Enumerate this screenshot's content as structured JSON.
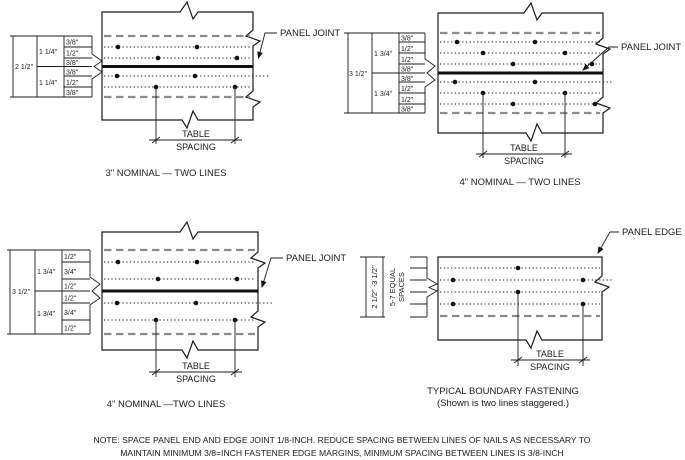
{
  "colors": {
    "ink": "#1c1c1c",
    "edge_gray": "#8c8c8c",
    "background": "#ffffff"
  },
  "shared": {
    "table": "TABLE",
    "spacing": "SPACING",
    "panel_joint": "PANEL JOINT",
    "panel_edge": "PANEL EDGE"
  },
  "d1": {
    "caption": "3\" NOMINAL — TWO LINES",
    "overall": "2 1/2\"",
    "upper_half": "1 1/4\"",
    "lower_half": "1 1/4\"",
    "subs": [
      "3/8\"",
      "1/2\"",
      "3/8\"",
      "3/8\"",
      "1/2\"",
      "3/8\""
    ]
  },
  "d2": {
    "caption": "4\" NOMINAL — TWO LINES",
    "overall": "3 1/2\"",
    "upper_half": "1 3/4\"",
    "lower_half": "1 3/4\"",
    "subs": [
      "3/8\"",
      "1/2\"",
      "1/2\"",
      "3/8\"",
      "3/8\"",
      "1/2\"",
      "1/2\"",
      "3/8\""
    ]
  },
  "d3": {
    "caption": "4\" NOMINAL —TWO LINES",
    "overall": "3 1/2\"",
    "upper_half": "1 3/4\"",
    "lower_half": "1 3/4\"",
    "subs": [
      "1/2\"",
      "3/4\"",
      "1/2\"",
      "1/2\"",
      "3/4\"",
      "1/2\""
    ]
  },
  "d4": {
    "caption1": "TYPICAL BOUNDARY FASTENING",
    "caption2": "(Shown is two lines staggered.)",
    "range": "2 1/2\" -3 1/2\"",
    "equal1": "5-7 EQUAL",
    "equal2": "SPACES"
  },
  "note": {
    "line1": "NOTE: SPACE PANEL END AND EDGE JOINT 1/8-INCH. REDUCE SPACING BETWEEN LINES OF NAILS AS NECESSARY TO",
    "line2": "MAINTAIN MINIMUM 3/8=INCH FASTENER EDGE MARGINS, MINIMUM SPACING BETWEEN LINES IS 3/8-INCH"
  }
}
